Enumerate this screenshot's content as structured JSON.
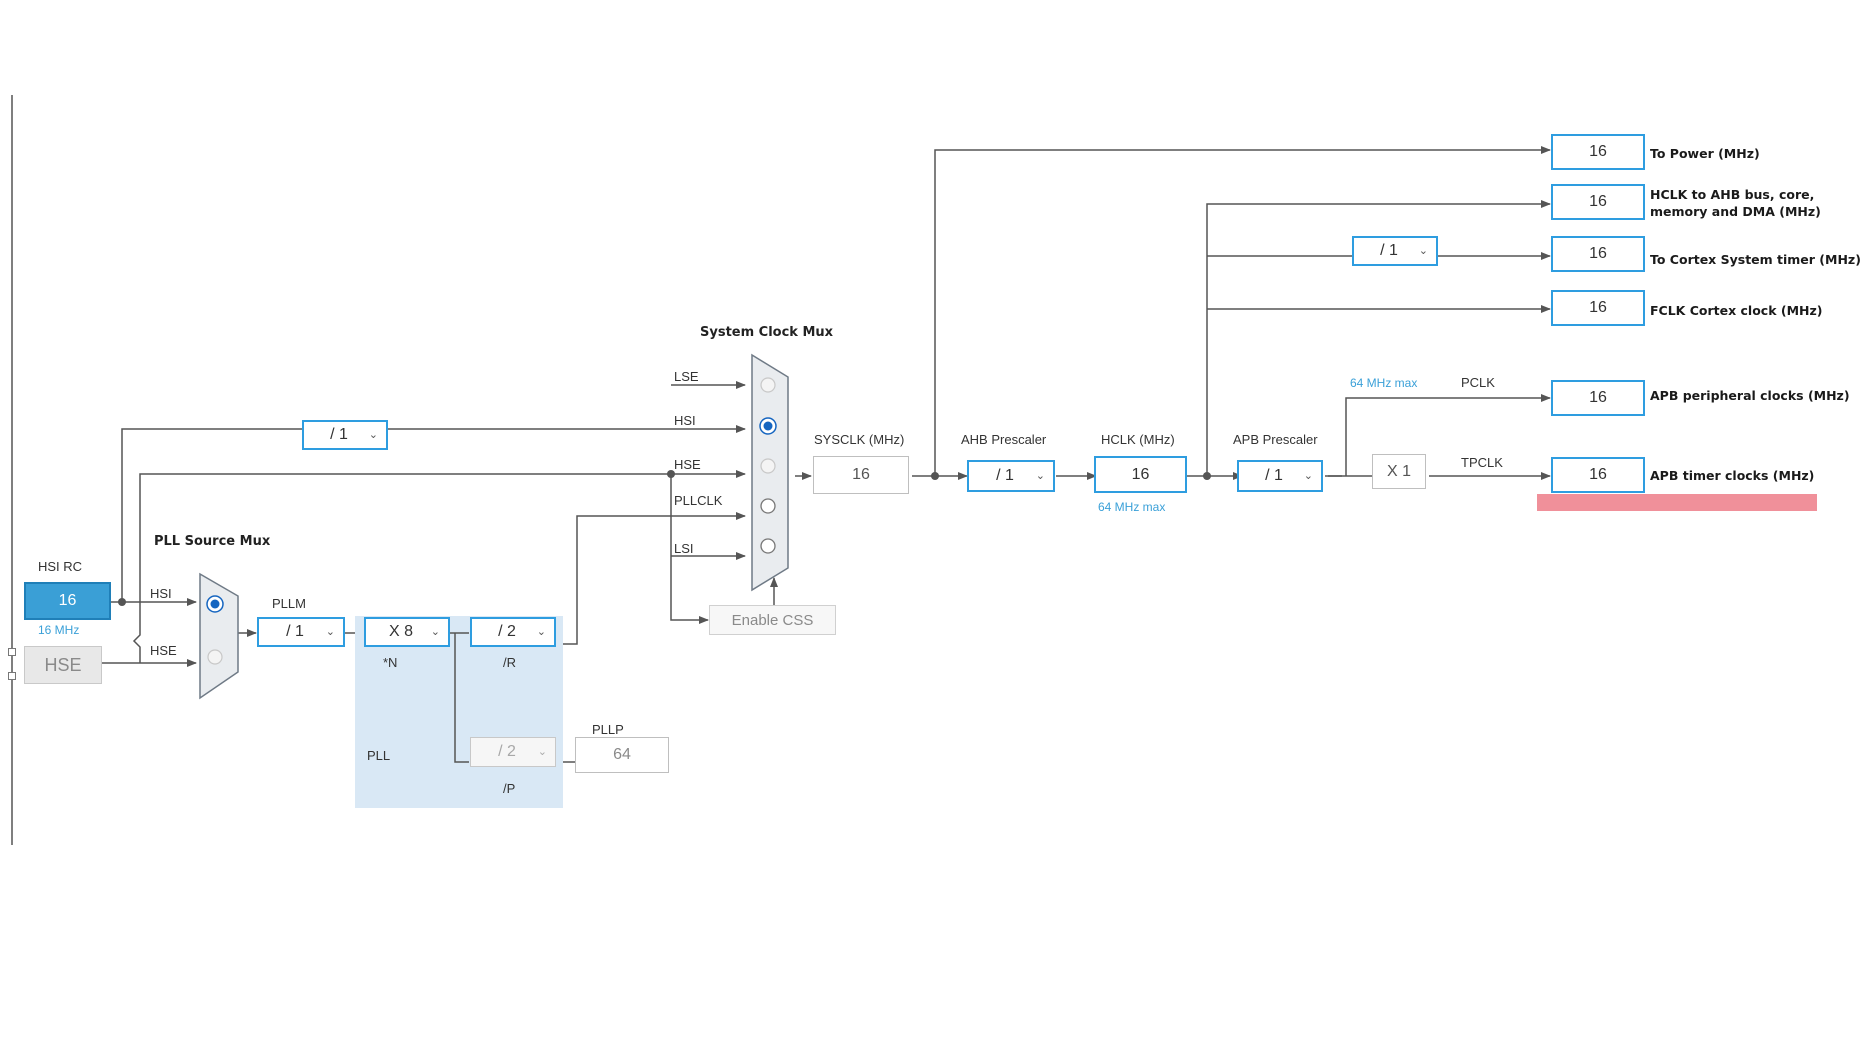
{
  "sources": {
    "hsi_rc_label": "HSI RC",
    "hsi_rc_value": "16",
    "hsi_rc_freq": "16 MHz",
    "hse_label": "HSE"
  },
  "pll_source_mux": {
    "title": "PLL Source Mux",
    "input_hsi": "HSI",
    "input_hse": "HSE",
    "selected": "HSI"
  },
  "pll": {
    "area_label": "PLL",
    "pllm_label": "PLLM",
    "pllm_value": "/ 1",
    "n_value": "X 8",
    "n_label": "*N",
    "r_value": "/ 2",
    "r_label": "/R",
    "p_value": "/ 2",
    "p_label": "/P",
    "pllp_label": "PLLP",
    "pllp_value": "64"
  },
  "hsi_div_value": "/ 1",
  "system_clock_mux": {
    "title": "System Clock Mux",
    "inputs": [
      "LSE",
      "HSI",
      "HSE",
      "PLLCLK",
      "LSI"
    ],
    "selected": "HSI"
  },
  "enable_css_label": "Enable CSS",
  "sysclk": {
    "label": "SYSCLK (MHz)",
    "value": "16"
  },
  "ahb": {
    "label": "AHB Prescaler",
    "value": "/ 1"
  },
  "hclk": {
    "label": "HCLK (MHz)",
    "value": "16",
    "max": "64 MHz max"
  },
  "apb": {
    "label": "APB Prescaler",
    "value": "/ 1"
  },
  "x1_value": "X 1",
  "pclk": {
    "label": "PCLK",
    "max": "64 MHz max"
  },
  "tpclk_label": "TPCLK",
  "cortex_div_value": "/ 1",
  "outputs": [
    {
      "value": "16",
      "label": "To Power (MHz)"
    },
    {
      "value": "16",
      "label": "HCLK to AHB bus, core, memory and DMA (MHz)"
    },
    {
      "value": "16",
      "label": "To Cortex System timer (MHz)"
    },
    {
      "value": "16",
      "label": "FCLK Cortex clock (MHz)"
    },
    {
      "value": "16",
      "label": "APB peripheral clocks (MHz)"
    },
    {
      "value": "16",
      "label": "APB timer clocks (MHz)"
    }
  ],
  "colors": {
    "accent": "#2e9de0",
    "hsi_fill": "#3a9fd6",
    "selected_radio": "#1565c0",
    "pll_area": "#d9e8f5",
    "warning_bar": "#f0909a",
    "wire": "#555555"
  }
}
